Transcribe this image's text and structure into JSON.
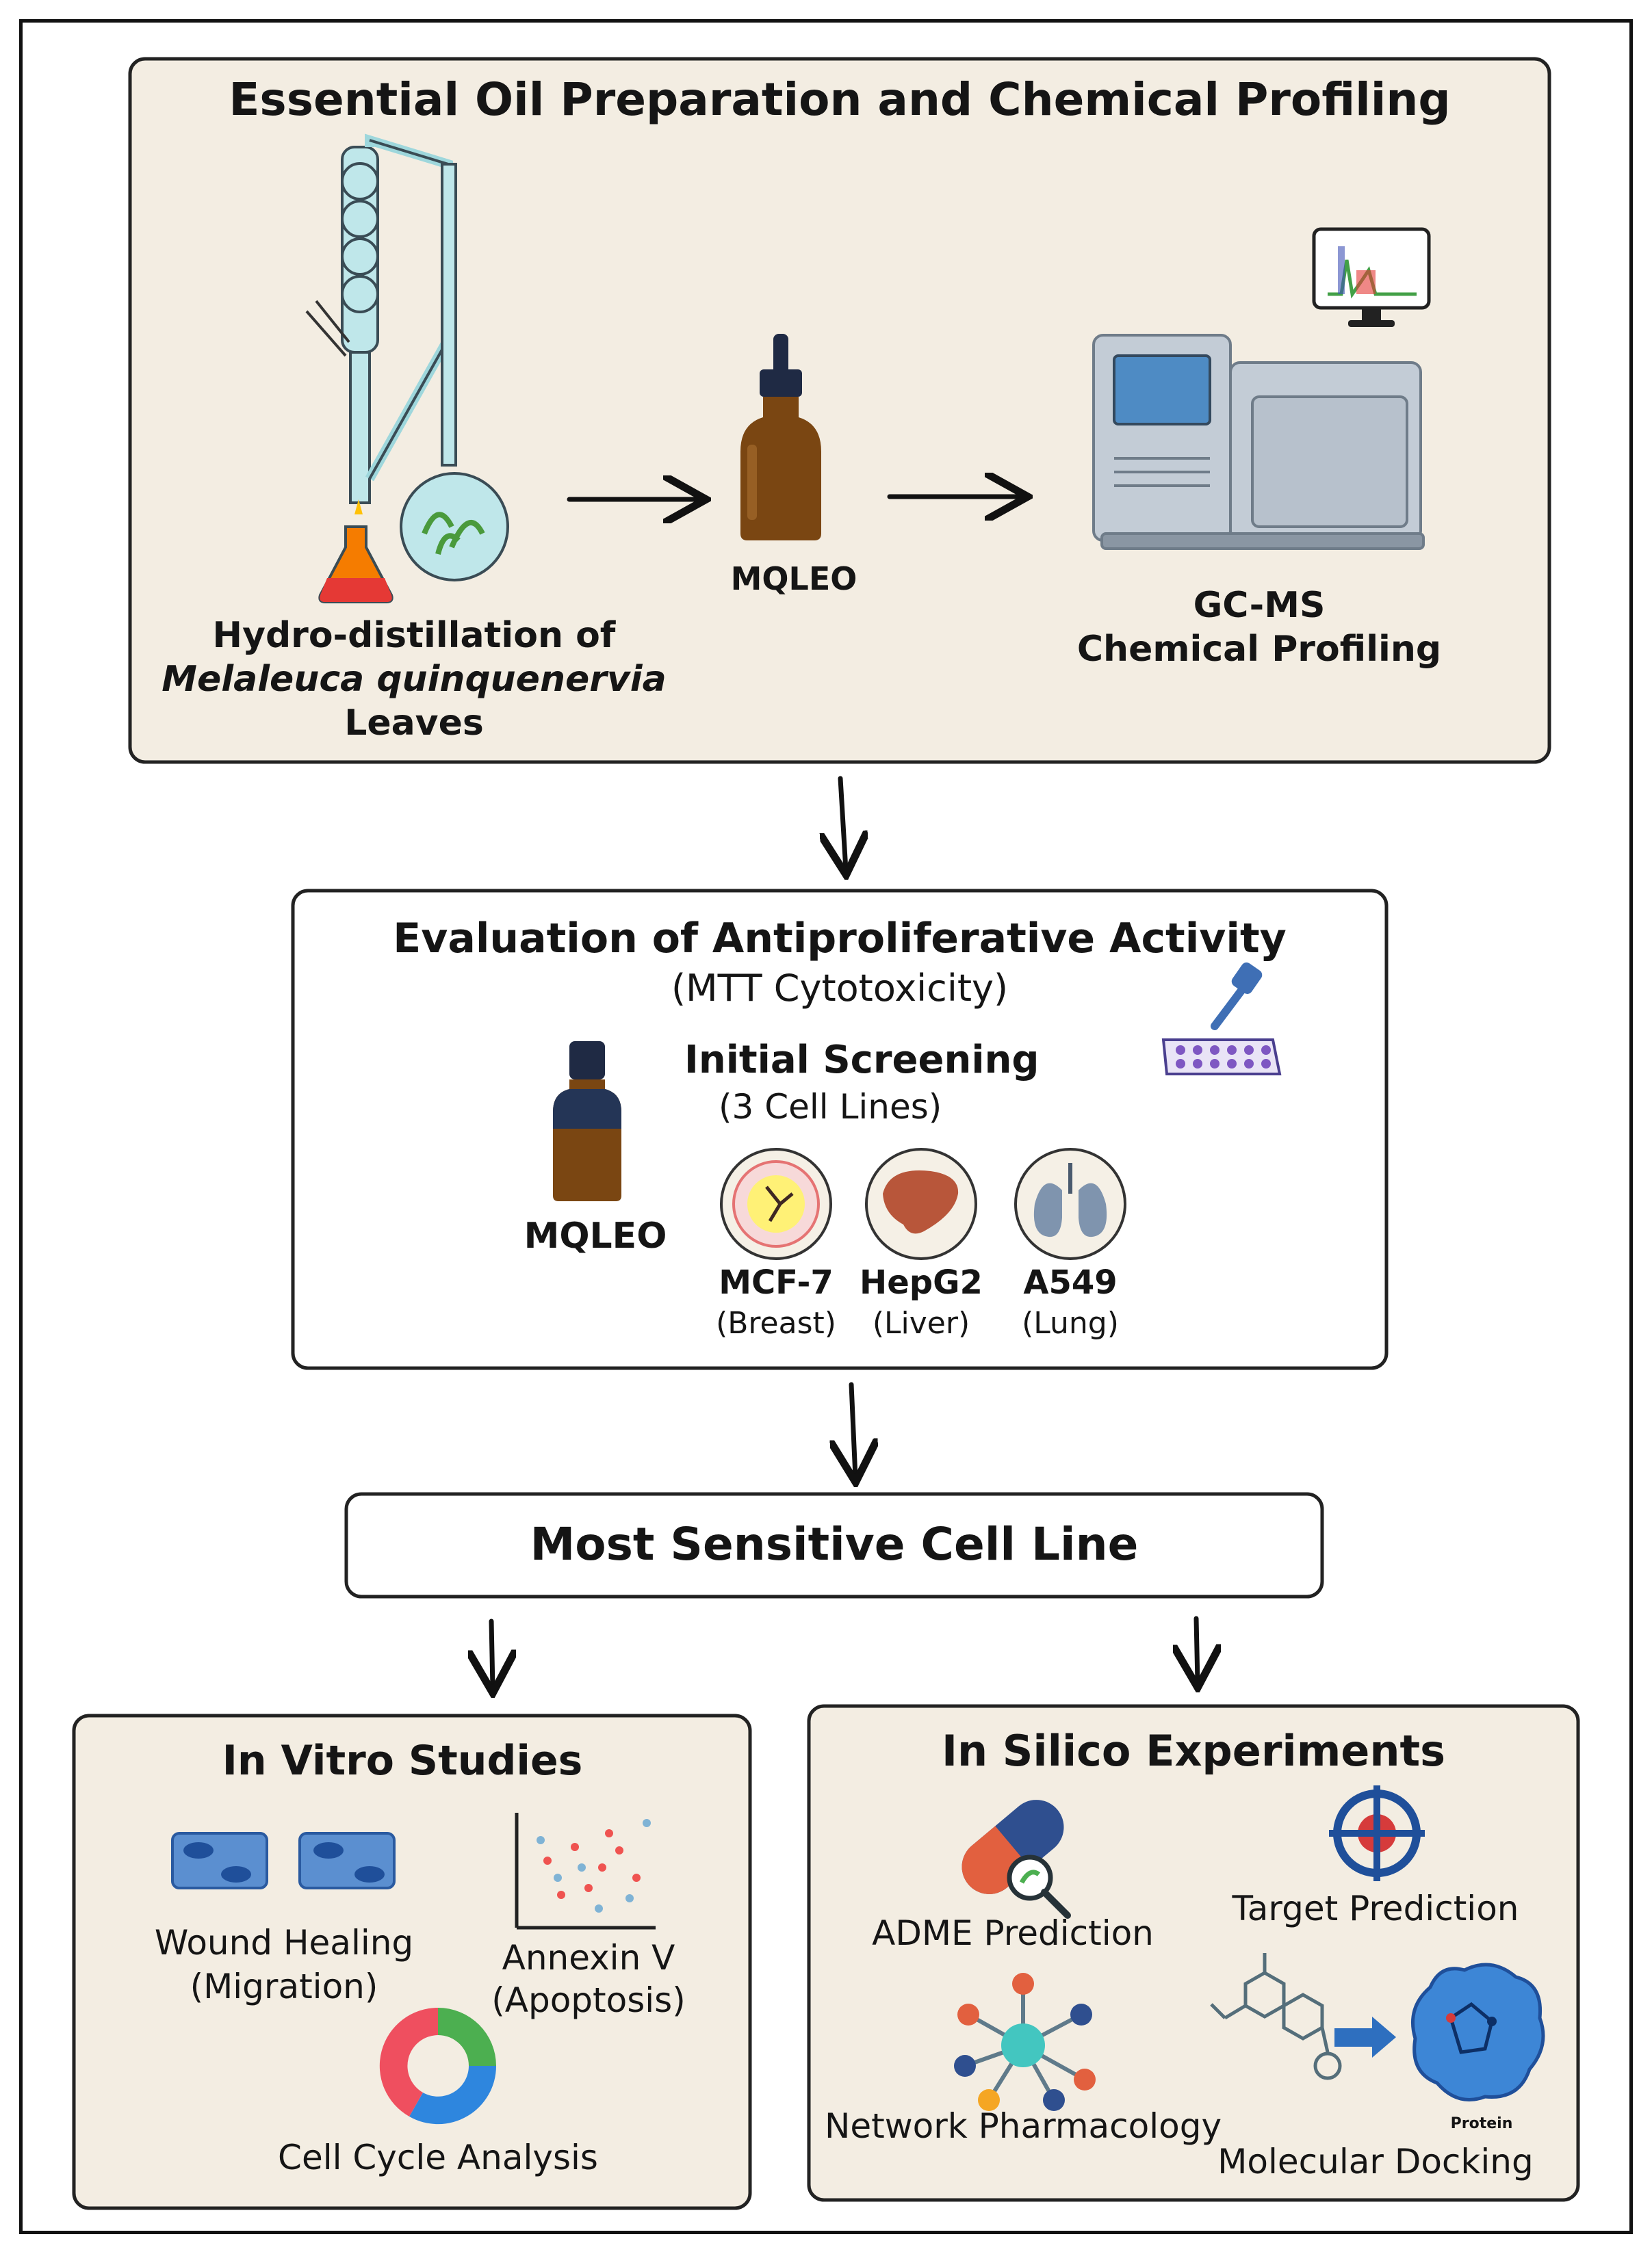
{
  "sections": {
    "prep": {
      "title": "Essential Oil Preparation and Chemical Profiling",
      "distill_line1": "Hydro-distillation of",
      "distill_line2": "Melaleuca quinquenervia",
      "distill_line3": "Leaves",
      "oil_label": "MQLEO",
      "gcms_line1": "GC-MS",
      "gcms_line2": "Chemical Profiling"
    },
    "eval": {
      "title": "Evaluation of Antiproliferative Activity",
      "subtitle": "(MTT Cytotoxicity)",
      "oil_label": "MQLEO",
      "screening_title": "Initial Screening",
      "screening_subtitle": "(3 Cell Lines)",
      "cell_lines": [
        {
          "name": "MCF-7",
          "tissue": "(Breast)"
        },
        {
          "name": "HepG2",
          "tissue": "(Liver)"
        },
        {
          "name": "A549",
          "tissue": "(Lung)"
        }
      ]
    },
    "sensitive": {
      "title": "Most Sensitive Cell Line"
    },
    "invitro": {
      "title": "In Vitro Studies",
      "wound_line1": "Wound Healing",
      "wound_line2": "(Migration)",
      "annexin_line1": "Annexin V",
      "annexin_line2": "(Apoptosis)",
      "cellcycle": "Cell Cycle Analysis"
    },
    "insilico": {
      "title": "In Silico Experiments",
      "adme": "ADME Prediction",
      "target": "Target Prediction",
      "network": "Network Pharmacology",
      "docking": "Molecular Docking",
      "protein": "Protein"
    }
  },
  "colors": {
    "panel_beige": "#f3ede2",
    "glass": "#bfe7ea",
    "bottle_brown": "#7a4612",
    "bottle_cap": "#1f2a44",
    "instrument": "#c3ccd6",
    "screen_blue": "#4e8bc4",
    "cell_blue": "#5b8fd0",
    "target_blue": "#1f4f9a",
    "target_red": "#d63b3b",
    "donut_green": "#4caf50",
    "donut_blue": "#2e86de",
    "donut_red": "#ef4f5f"
  }
}
